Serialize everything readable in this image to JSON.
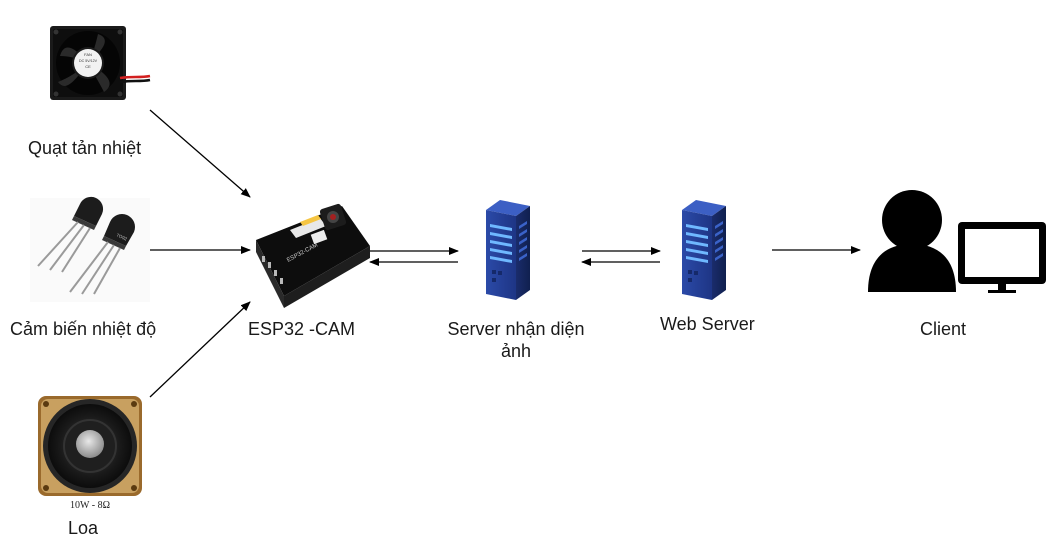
{
  "nodes": {
    "fan": {
      "label": "Quạt tản nhiệt",
      "icon": "cooling-fan-icon",
      "sticker": "DC 5V/12V"
    },
    "temp_sensor": {
      "label": "Cảm biến nhiệt độ",
      "icon": "temperature-sensor-icon"
    },
    "speaker": {
      "label": "Loa",
      "icon": "speaker-icon",
      "spec": "10W - 8Ω"
    },
    "esp32": {
      "label": "ESP32 -CAM",
      "icon": "esp32-cam-board-icon",
      "board_text": "ESP32-CAM"
    },
    "recognition_server": {
      "label": "Server nhận diện ảnh",
      "icon": "server-icon"
    },
    "web_server": {
      "label": "Web Server",
      "icon": "server-icon"
    },
    "client": {
      "label": "Client",
      "icon": "user-with-monitor-icon"
    }
  },
  "edges": [
    {
      "from": "fan",
      "to": "esp32",
      "direction": "one-way"
    },
    {
      "from": "temp_sensor",
      "to": "esp32",
      "direction": "one-way"
    },
    {
      "from": "speaker",
      "to": "esp32",
      "direction": "one-way"
    },
    {
      "from": "esp32",
      "to": "recognition_server",
      "direction": "two-way"
    },
    {
      "from": "recognition_server",
      "to": "web_server",
      "direction": "two-way"
    },
    {
      "from": "web_server",
      "to": "client",
      "direction": "one-way"
    }
  ],
  "colors": {
    "arrow": "#000000",
    "server_dark": "#1d2f6f",
    "server_mid": "#2b4aa8",
    "server_light": "#5aa9ff",
    "client_icon": "#000000",
    "speaker_rim": "#8a5a1e"
  }
}
